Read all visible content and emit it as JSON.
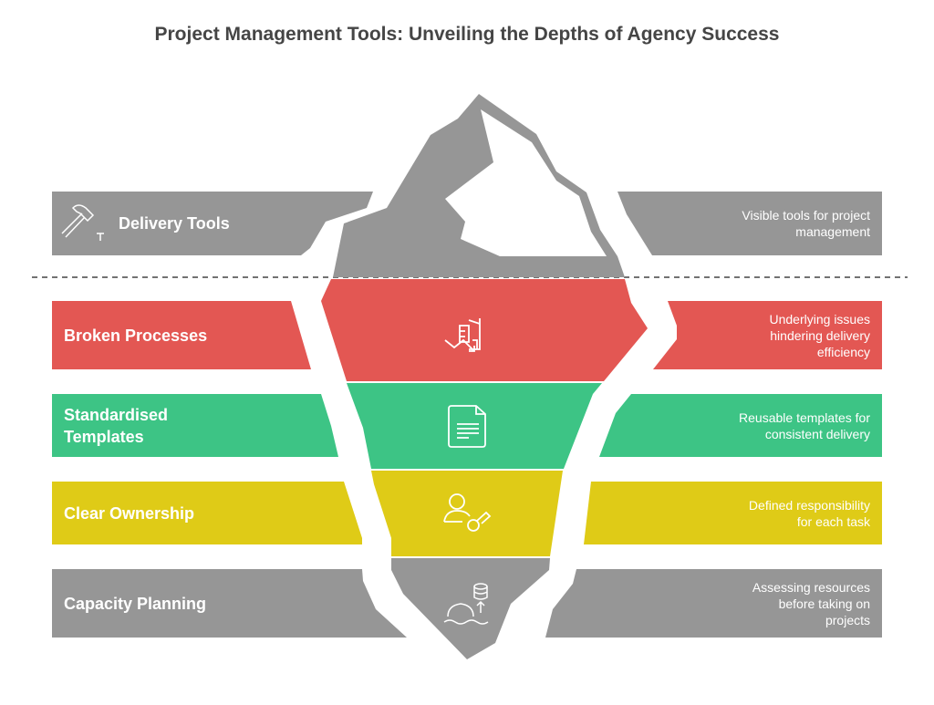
{
  "title": "Project Management Tools: Unveiling the Depths of Agency Success",
  "colors": {
    "gray": "#969696",
    "red": "#e35753",
    "green": "#3dc485",
    "yellow": "#dfcb17"
  },
  "layers": [
    {
      "label": "Delivery Tools",
      "description": "Visible tools for project management",
      "icon": "hammer-nail-icon"
    },
    {
      "label": "Broken Processes",
      "description": "Underlying issues hindering delivery efficiency",
      "icon": "declining-building-icon"
    },
    {
      "label": "Standardised Templates",
      "description": "Reusable templates for consistent delivery",
      "icon": "document-icon"
    },
    {
      "label": "Clear Ownership",
      "description": "Defined responsibility for each task",
      "icon": "person-key-icon"
    },
    {
      "label": "Capacity Planning",
      "description": "Assessing resources before taking on projects",
      "icon": "gear-database-icon"
    }
  ]
}
